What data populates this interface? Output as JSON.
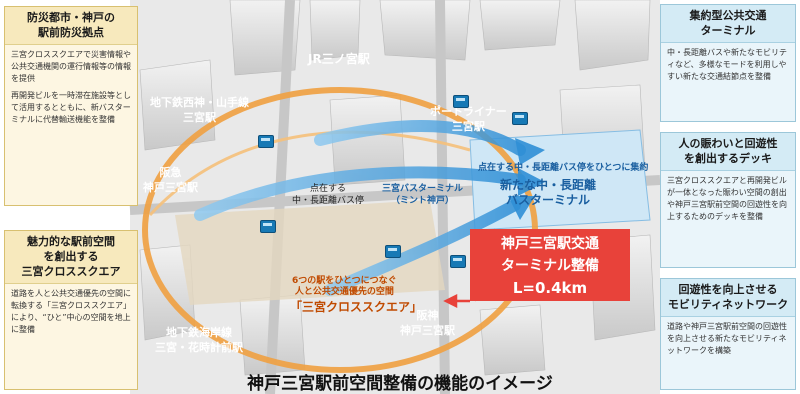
{
  "left_panels": [
    {
      "title_lines": [
        "防災都市・神戸の",
        "駅前防災拠点"
      ],
      "paragraphs": [
        "三宮クロススクエアで災害情報や公共交通機関の運行情報等の情報を提供",
        "再開発ビルを一時滞在施設等として活用するとともに、新バスターミナルに代替輸送機能を整備"
      ]
    },
    {
      "title_lines": [
        "魅力的な駅前空間",
        "を創出する",
        "三宮クロススクエア"
      ],
      "paragraphs": [
        "道路を人と公共交通優先の空間に転換する「三宮クロススクエア」により、“ひと”中心の空間を地上に整備"
      ]
    }
  ],
  "right_panels": [
    {
      "title_lines": [
        "集約型公共交通",
        "ターミナル"
      ],
      "paragraphs": [
        "中・長距離バスや新たなモビリティなど、多様なモードを利用しやすい新たな交通結節点を整備"
      ]
    },
    {
      "title_lines": [
        "人の賑わいと回遊性",
        "を創出するデッキ"
      ],
      "paragraphs": [
        "三宮クロススクエアと再開発ビルが一体となった賑わい空間の創出や神戸三宮駅前空間の回遊性を向上するためのデッキを整備"
      ]
    },
    {
      "title_lines": [
        "回遊性を向上させる",
        "モビリティネットワーク"
      ],
      "paragraphs": [
        "道路や神戸三宮駅前空間の回遊性を向上させる新たなモビリティネットワークを構築"
      ]
    }
  ],
  "stations": {
    "subway_seishin": [
      "地下鉄西神・山手線",
      "三宮駅"
    ],
    "jr": "JR三ノ宮駅",
    "portliner": [
      "ポートライナー",
      "三宮駅"
    ],
    "hankyu": [
      "阪急",
      "神戸三宮駅"
    ],
    "subway_kaigan": [
      "地下鉄海岸線",
      "三宮・花時計前駅"
    ],
    "hanshin": [
      "阪神",
      "神戸三宮駅"
    ]
  },
  "map_labels": {
    "scattered_bus": [
      "点在する",
      "中・長距離バス停"
    ],
    "existing_terminal": [
      "三宮バスターミナル",
      "（ミント神戸）"
    ],
    "consolidation": "点在する中・長距離バス停をひとつに集約",
    "new_terminal": [
      "新たな中・長距離",
      "バスターミナル"
    ],
    "cross_square_desc": [
      "6つの駅をひとつにつなぐ",
      "人と公共交通優先の空間"
    ],
    "cross_square_name": "「三宮クロススクエア」"
  },
  "callout": {
    "lines": [
      "神戸三宮駅交通",
      "ターミナル整備",
      "L=0.4km"
    ]
  },
  "caption": "神戸三宮駅前空間整備の機能のイメージ",
  "colors": {
    "orange_ring": "#f0a040",
    "blue_arrow": "#2f8fd6",
    "red_callout": "#e8423a",
    "left_panel_bg": "#fdf6e2",
    "right_panel_bg": "#eaf5fa"
  }
}
